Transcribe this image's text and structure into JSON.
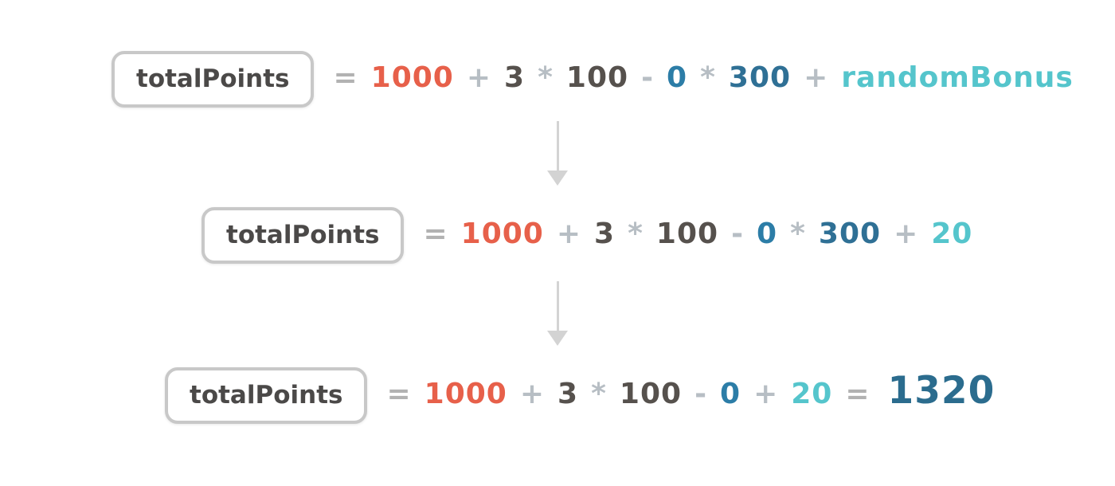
{
  "colors": {
    "background": "#ffffff",
    "box_fill": "#ffffff",
    "box_border": "#c8c8c8",
    "variable": "#4b4948",
    "equals": "#b2b2b2",
    "operator": "#b7bec4",
    "orange": "#e7604a",
    "dark": "#56514d",
    "blue": "#2c7da7",
    "blue_dark": "#2f7095",
    "teal": "#55c5cc",
    "result": "#2b6c8e",
    "arrow": "#d3d3d3"
  },
  "rows": [
    {
      "variable": "totalPoints",
      "tokens": [
        {
          "text": "=",
          "color": "equals"
        },
        {
          "text": "1000",
          "color": "orange"
        },
        {
          "text": "+",
          "color": "operator"
        },
        {
          "text": "3",
          "color": "dark"
        },
        {
          "text": "*",
          "color": "operator"
        },
        {
          "text": "100",
          "color": "dark"
        },
        {
          "text": "-",
          "color": "operator"
        },
        {
          "text": "0",
          "color": "blue"
        },
        {
          "text": "*",
          "color": "operator"
        },
        {
          "text": "300",
          "color": "blue_dark"
        },
        {
          "text": "+",
          "color": "operator"
        },
        {
          "text": "randomBonus",
          "color": "teal"
        }
      ]
    },
    {
      "variable": "totalPoints",
      "tokens": [
        {
          "text": "=",
          "color": "equals"
        },
        {
          "text": "1000",
          "color": "orange"
        },
        {
          "text": "+",
          "color": "operator"
        },
        {
          "text": "3",
          "color": "dark"
        },
        {
          "text": "*",
          "color": "operator"
        },
        {
          "text": "100",
          "color": "dark"
        },
        {
          "text": "-",
          "color": "operator"
        },
        {
          "text": "0",
          "color": "blue"
        },
        {
          "text": "*",
          "color": "operator"
        },
        {
          "text": "300",
          "color": "blue_dark"
        },
        {
          "text": "+",
          "color": "operator"
        },
        {
          "text": "20",
          "color": "teal"
        }
      ]
    },
    {
      "variable": "totalPoints",
      "tokens": [
        {
          "text": "=",
          "color": "equals"
        },
        {
          "text": "1000",
          "color": "orange"
        },
        {
          "text": "+",
          "color": "operator"
        },
        {
          "text": "3",
          "color": "dark"
        },
        {
          "text": "*",
          "color": "operator"
        },
        {
          "text": "100",
          "color": "dark"
        },
        {
          "text": "-",
          "color": "operator"
        },
        {
          "text": "0",
          "color": "blue"
        },
        {
          "text": "+",
          "color": "operator"
        },
        {
          "text": "20",
          "color": "teal"
        },
        {
          "text": "=",
          "color": "equals"
        },
        {
          "text": "1320",
          "color": "result"
        }
      ]
    }
  ],
  "arrows": [
    {
      "icon": "down-arrow-icon"
    },
    {
      "icon": "down-arrow-icon"
    }
  ]
}
